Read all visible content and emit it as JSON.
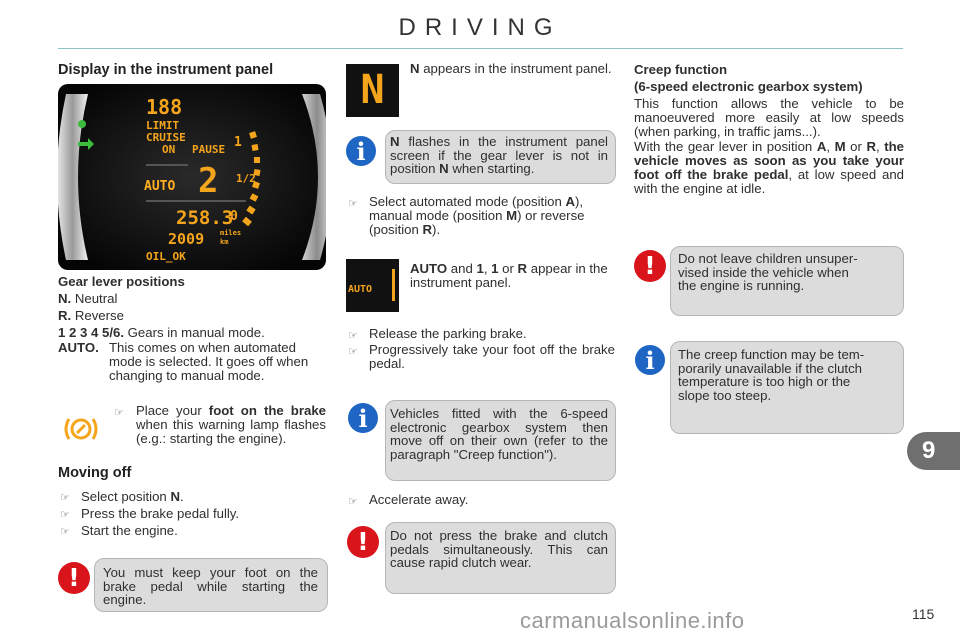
{
  "page": {
    "title": "DRIVING",
    "chapter": "9",
    "number": "115",
    "watermark": "carmanualsonline.info"
  },
  "display": {
    "heading": "Display in the instrument panel",
    "panel": {
      "speed": "188",
      "limit": "LIMIT",
      "cruise": "CRUISE",
      "on": "ON",
      "pause": "PAUSE",
      "auto": "AUTO",
      "gear": "2",
      "odo": "258.3",
      "trip": "2009",
      "oil": "OIL_OK",
      "g1": "1",
      "g1_2": "1/2",
      "g0": "0",
      "miles": "miles",
      "km": "km"
    },
    "gear_heading": "Gear lever positions",
    "items": [
      {
        "key": "N.",
        "text": "Neutral"
      },
      {
        "key": "R.",
        "text": "Reverse"
      },
      {
        "key": "1 2 3 4 5/6.",
        "text": "Gears in manual mode."
      },
      {
        "key": "AUTO.",
        "text": "This comes on when automated mode is selected. It goes off when changing to manual mode."
      }
    ],
    "brake_note": {
      "a": "Place your ",
      "b": "foot on the brake",
      "c": " when this warning lamp flashes (e.g.: starting the engine)."
    }
  },
  "moving_off": {
    "heading": "Moving off",
    "steps": [
      {
        "a": "Select position ",
        "b": "N",
        "c": "."
      },
      {
        "a": "Press the brake pedal fully.",
        "b": "",
        "c": ""
      },
      {
        "a": "Start the engine.",
        "b": "",
        "c": ""
      }
    ],
    "warning": "You must keep your foot on the brake pedal while starting the engine."
  },
  "middle": {
    "n_glyph": "N",
    "n_text": {
      "b": "N",
      "a": " appears in the instrument panel."
    },
    "info1": {
      "b": "N",
      "a": " flashes in the instrument panel screen if the gear lever is not in position ",
      "b2": "N",
      "c": " when starting."
    },
    "select": {
      "a": "Select automated mode (position ",
      "A": "A",
      "b": "), manual mode (position ",
      "M": "M",
      "c": ") or reverse (position ",
      "R": "R",
      "d": ")."
    },
    "auto_glyph": "AUTO",
    "auto_text": {
      "b1": "AUTO",
      "a": " and ",
      "b2": "1",
      "c": ", ",
      "b3": "1",
      "d": " or ",
      "b4": "R",
      "e": " appear in the instrument panel."
    },
    "steps": [
      "Release the parking brake.",
      "Progressively take your foot off the brake pedal."
    ],
    "info2": "Vehicles fitted with the 6-speed electronic gearbox system then move off on their own (refer to the paragraph \"Creep function\").",
    "accelerate": "Accelerate away.",
    "warning": "Do not press the brake and clutch pedals simultaneously. This can cause rapid clutch wear."
  },
  "creep": {
    "heading": "Creep function",
    "subheading": "(6-speed electronic gearbox system)",
    "p1": "This function allows the vehicle to be manoeuvered more easily at low speeds (when parking, in traffic jams...).",
    "p2": {
      "a": "With the gear lever in position ",
      "A": "A",
      "b": ", ",
      "M": "M",
      "c": " or ",
      "R": "R",
      "d": ",",
      "bold": "the vehicle moves as soon as you take your foot off the brake pedal",
      "e": ", at low speed and with the engine at idle."
    },
    "warning": "Do not leave children unsupervised inside the vehicle when the engine is running.",
    "warning_l1": "Do not leave children unsuper-",
    "warning_l2": "vised inside the vehicle when",
    "warning_l3": "the engine is running.",
    "info": "The creep function may be temporarily unavailable if the clutch temperature is too high or the slope too steep.",
    "info_l1": "The creep function may be tem-",
    "info_l2": "porarily unavailable if the clutch",
    "info_l3": "temperature is too high or the",
    "info_l4": "slope too steep."
  },
  "colors": {
    "warning": "#d9151b",
    "info": "#1f66c4",
    "amber": "#f5a51c",
    "box": "#dcdcdc"
  }
}
